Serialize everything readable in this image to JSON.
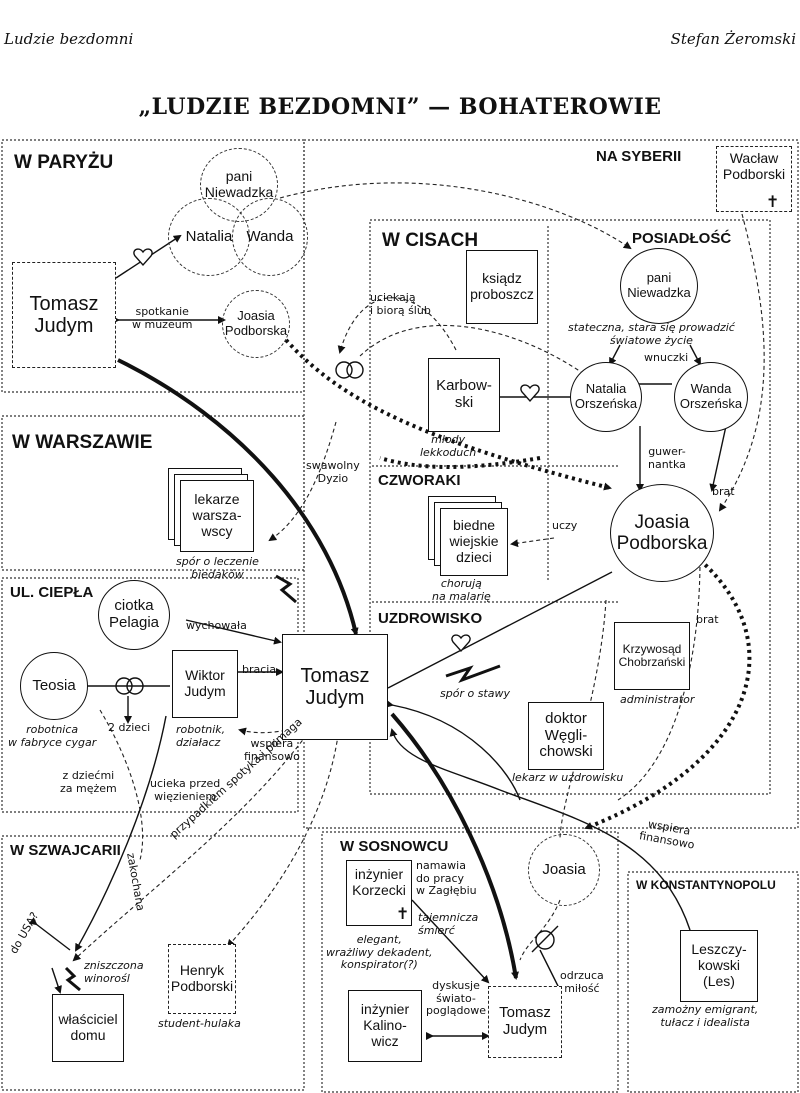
{
  "header": {
    "left": "Ludzie bezdomni",
    "right": "Stefan Żeromski"
  },
  "title": "„LUDZIE BEZDOMNI” — BOHATEROWIE",
  "regions": {
    "paryz": "W PARYŻU",
    "syberia": "NA SYBERII",
    "cisy": "W CISACH",
    "posiadlosc": "POSIADŁOŚĆ",
    "warszawa": "W WARSZAWIE",
    "czworaki": "CZWORAKI",
    "ciepla": "UL. CIEPŁA",
    "uzdrowisko": "UZDROWISKO",
    "szwajcaria": "W SZWAJCARII",
    "sosnowiec": "W SOSNOWCU",
    "konstantynopol": "W KONSTANTYNOPOLU"
  },
  "nodes": {
    "pani_niewadzka_paryz": "pani\nNiewadzka",
    "natalia_paryz": "Natalia",
    "wanda_paryz": "Wanda",
    "tomasz_paryz": "Tomasz\nJudym",
    "joasia_paryz": "Joasia\nPodborska",
    "waclaw": "Wacław\nPodborski",
    "ksiadz": "ksiądz\nproboszcz",
    "pani_niewadzka": "pani\nNiewadzka",
    "karbowski": "Karbow-\nski",
    "natalia": "Natalia\nOrszeńska",
    "wanda": "Wanda\nOrszeńska",
    "joasia": "Joasia\nPodborska",
    "lekarze": "lekarze\nwarsza-\nwscy",
    "biedne": "biedne\nwiejskie\ndzieci",
    "ciotka": "ciotka\nPelagia",
    "teosia": "Teosia",
    "wiktor": "Wiktor\nJudym",
    "tomasz": "Tomasz\nJudym",
    "krzywosad": "Krzywosąd\nChobrzański",
    "weglichowski": "doktor\nWęgli-\nchowski",
    "henryk": "Henryk\nPodborski",
    "wlasciciel": "właściciel\ndomu",
    "korzecki": "inżynier\nKorzecki",
    "joasia_sosn": "Joasia",
    "kalinowicz": "inżynier\nKalino-\nwicz",
    "tomasz_sosn": "Tomasz\nJudym",
    "leszczykowski": "Leszczy-\nkowski\n(Les)"
  },
  "labels": {
    "spotkanie": "spotkanie\nw muzeum",
    "uciekaja": "uciekają\ni biorą ślub",
    "stateczna": "stateczna, stara się prowadzić\nświatowe życie",
    "wnuczki": "wnuczki",
    "mlody": "młody\nlekkoduch",
    "guwernantka": "guwer-\nnantka",
    "brat1": "brat",
    "brat2": "brat",
    "swawolny": "swawolny\nDyzio",
    "uczy": "uczy",
    "choruja": "chorują\nna malarię",
    "spor_leczenie": "spór o leczenie\nbiedaków",
    "wychowala": "wychowała",
    "bracia": "bracia",
    "dzieci2": "2 dzieci",
    "robotnica": "robotnica\nw fabryce cygar",
    "robotnik": "robotnik,\ndziałacz",
    "wspiera_fin": "wspiera\nfinansowo",
    "z_dziecmi": "z dziećmi\nza mężem",
    "ucieka": "ucieka przed\nwięzieniem",
    "spor_stawy": "spór o stawy",
    "administrator": "administrator",
    "lekarz_uzdr": "lekarz w uzdrowisku",
    "wspiera_fin2": "wspiera\nfinansowo",
    "przypadkiem": "przypadkiem spotyka i pomaga",
    "zakochana": "zakochana",
    "do_usa": "do USA?",
    "zniszczona": "zniszczona\nwinorośl",
    "student": "student-hulaka",
    "namawia": "namawia\ndo pracy\nw Zagłębiu",
    "tajemnicza": "tajemnicza\nśmierć",
    "elegant": "elegant,\nwrażliwy dekadent,\nkonspirator(?)",
    "dyskusje": "dyskusje\nświato-\npoglądowe",
    "odrzuca": "odrzuca\nmiłość",
    "zamozny": "zamożny emigrant,\ntułacz i idealista"
  }
}
